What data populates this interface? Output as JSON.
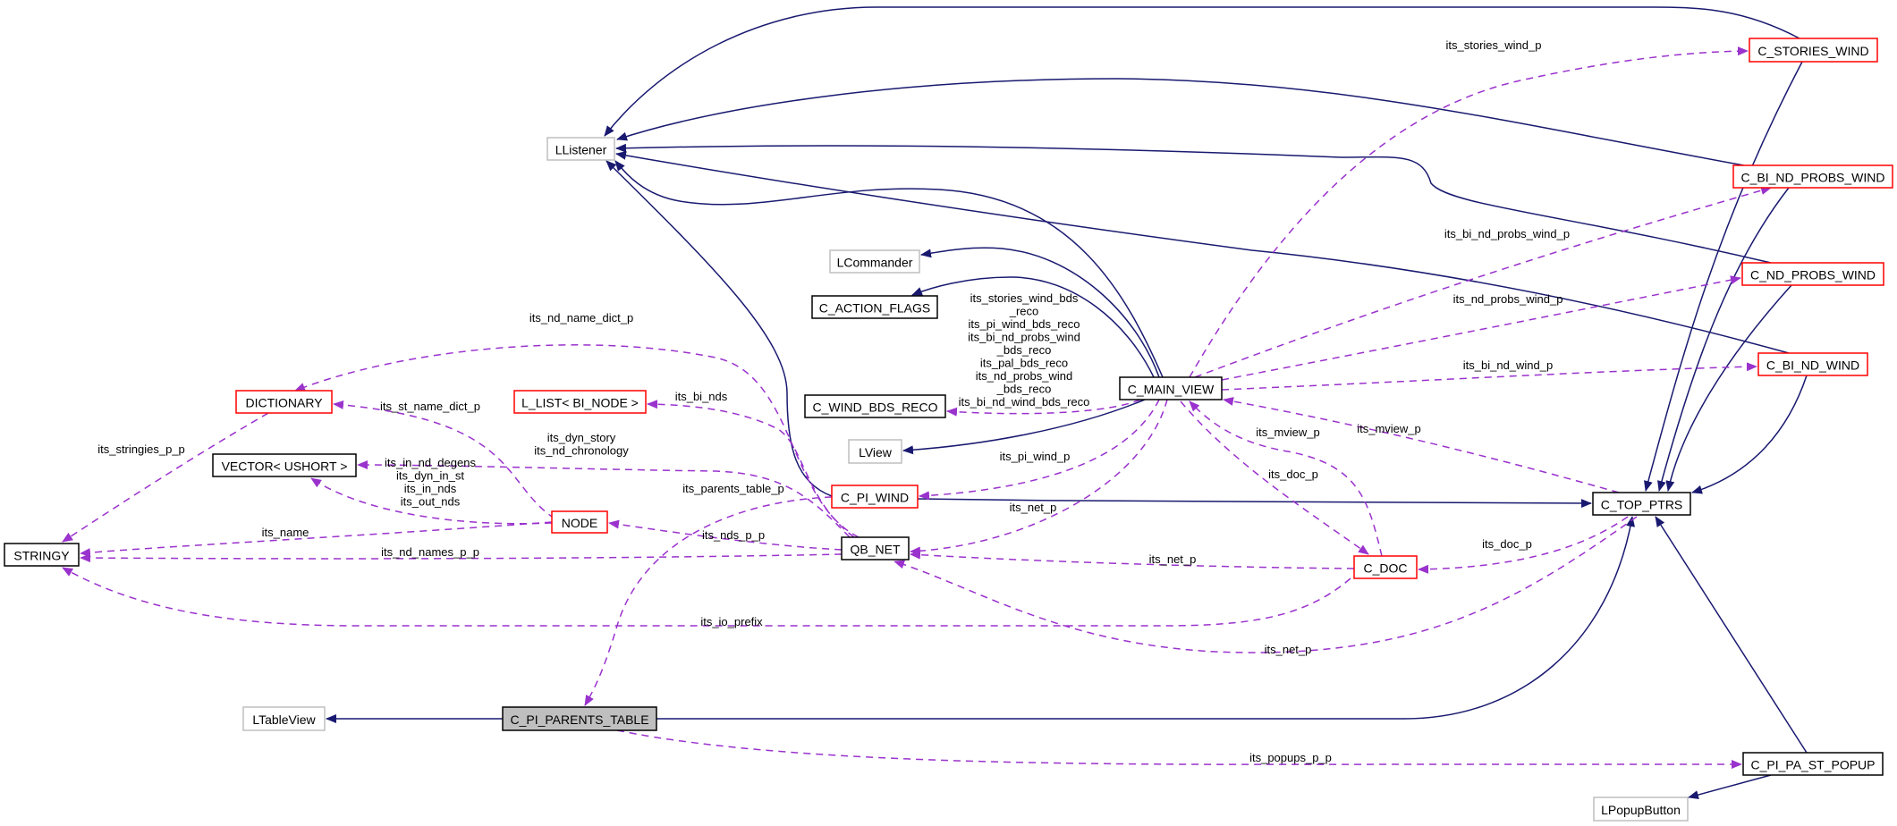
{
  "diagram": {
    "title": "Collaboration diagram for C_PI_PARENTS_TABLE",
    "colors": {
      "inheritance_edge": "#191970",
      "usage_edge": "#9a32cd",
      "focus_fill": "#bfbfbf",
      "undocumented_border": "#ff0000",
      "external_border": "#bfbfbf",
      "documented_border": "#000000"
    },
    "nodes": [
      {
        "id": "LListener",
        "label": "LListener",
        "style": "external"
      },
      {
        "id": "C_STORIES_WIND",
        "label": "C_STORIES_WIND",
        "style": "red"
      },
      {
        "id": "C_BI_ND_PROBS_WIND",
        "label": "C_BI_ND_PROBS_WIND",
        "style": "red"
      },
      {
        "id": "C_ND_PROBS_WIND",
        "label": "C_ND_PROBS_WIND",
        "style": "red"
      },
      {
        "id": "C_BI_ND_WIND",
        "label": "C_BI_ND_WIND",
        "style": "red"
      },
      {
        "id": "LCommander",
        "label": "LCommander",
        "style": "external"
      },
      {
        "id": "C_ACTION_FLAGS",
        "label": "C_ACTION_FLAGS",
        "style": "black"
      },
      {
        "id": "C_MAIN_VIEW",
        "label": "C_MAIN_VIEW",
        "style": "black"
      },
      {
        "id": "C_WIND_BDS_RECO",
        "label": "C_WIND_BDS_RECO",
        "style": "black"
      },
      {
        "id": "LView",
        "label": "LView",
        "style": "external"
      },
      {
        "id": "C_PI_WIND",
        "label": "C_PI_WIND",
        "style": "red"
      },
      {
        "id": "QB_NET",
        "label": "QB_NET",
        "style": "black"
      },
      {
        "id": "DICTIONARY",
        "label": "DICTIONARY",
        "style": "red"
      },
      {
        "id": "L_LIST",
        "label": "L_LIST< BI_NODE >",
        "style": "red"
      },
      {
        "id": "VECTOR",
        "label": "VECTOR< USHORT >",
        "style": "black"
      },
      {
        "id": "NODE",
        "label": "NODE",
        "style": "red"
      },
      {
        "id": "STRINGY",
        "label": "STRINGY",
        "style": "black"
      },
      {
        "id": "C_DOC",
        "label": "C_DOC",
        "style": "red"
      },
      {
        "id": "C_TOP_PTRS",
        "label": "C_TOP_PTRS",
        "style": "black"
      },
      {
        "id": "LTableView",
        "label": "LTableView",
        "style": "external"
      },
      {
        "id": "C_PI_PARENTS_TABLE",
        "label": "C_PI_PARENTS_TABLE",
        "style": "focus"
      },
      {
        "id": "C_PI_PA_ST_POPUP",
        "label": "C_PI_PA_ST_POPUP",
        "style": "black"
      },
      {
        "id": "LPopupButton",
        "label": "LPopupButton",
        "style": "external"
      }
    ],
    "edge_labels": [
      {
        "id": "lbl_stories_wind_p",
        "lines": [
          "its_stories_wind_p"
        ]
      },
      {
        "id": "lbl_bi_nd_probs_wind_p",
        "lines": [
          "its_bi_nd_probs_wind_p"
        ]
      },
      {
        "id": "lbl_nd_probs_wind_p",
        "lines": [
          "its_nd_probs_wind_p"
        ]
      },
      {
        "id": "lbl_bi_nd_wind_p",
        "lines": [
          "its_bi_nd_wind_p"
        ]
      },
      {
        "id": "lbl_bds_reco",
        "lines": [
          "its_stories_wind_bds",
          "_reco",
          "its_pi_wind_bds_reco",
          "its_bi_nd_probs_wind",
          "_bds_reco",
          "its_pal_bds_reco",
          "its_nd_probs_wind",
          "_bds_reco",
          "its_bi_nd_wind_bds_reco"
        ]
      },
      {
        "id": "lbl_nd_name_dict_p",
        "lines": [
          "its_nd_name_dict_p"
        ]
      },
      {
        "id": "lbl_st_name_dict_p",
        "lines": [
          "its_st_name_dict_p"
        ]
      },
      {
        "id": "lbl_bi_nds",
        "lines": [
          "its_bi_nds"
        ]
      },
      {
        "id": "lbl_stringies_p_p",
        "lines": [
          "its_stringies_p_p"
        ]
      },
      {
        "id": "lbl_dyn_story",
        "lines": [
          "its_dyn_story",
          "its_nd_chronology"
        ]
      },
      {
        "id": "lbl_in_nd_degens",
        "lines": [
          "its_in_nd_degens",
          "its_dyn_in_st",
          "its_in_nds",
          "its_out_nds"
        ]
      },
      {
        "id": "lbl_parents_table_p",
        "lines": [
          "its_parents_table_p"
        ]
      },
      {
        "id": "lbl_pi_wind_p",
        "lines": [
          "its_pi_wind_p"
        ]
      },
      {
        "id": "lbl_mview_p_1",
        "lines": [
          "its_mview_p"
        ]
      },
      {
        "id": "lbl_mview_p_2",
        "lines": [
          "its_mview_p"
        ]
      },
      {
        "id": "lbl_doc_p_1",
        "lines": [
          "its_doc_p"
        ]
      },
      {
        "id": "lbl_doc_p_2",
        "lines": [
          "its_doc_p"
        ]
      },
      {
        "id": "lbl_net_p_1",
        "lines": [
          "its_net_p"
        ]
      },
      {
        "id": "lbl_net_p_2",
        "lines": [
          "its_net_p"
        ]
      },
      {
        "id": "lbl_net_p_3",
        "lines": [
          "its_net_p"
        ]
      },
      {
        "id": "lbl_name",
        "lines": [
          "its_name"
        ]
      },
      {
        "id": "lbl_nds_p_p",
        "lines": [
          "its_nds_p_p"
        ]
      },
      {
        "id": "lbl_nd_names_p_p",
        "lines": [
          "its_nd_names_p_p"
        ]
      },
      {
        "id": "lbl_io_prefix",
        "lines": [
          "its_io_prefix"
        ]
      },
      {
        "id": "lbl_popups_p_p",
        "lines": [
          "its_popups_p_p"
        ]
      }
    ]
  }
}
